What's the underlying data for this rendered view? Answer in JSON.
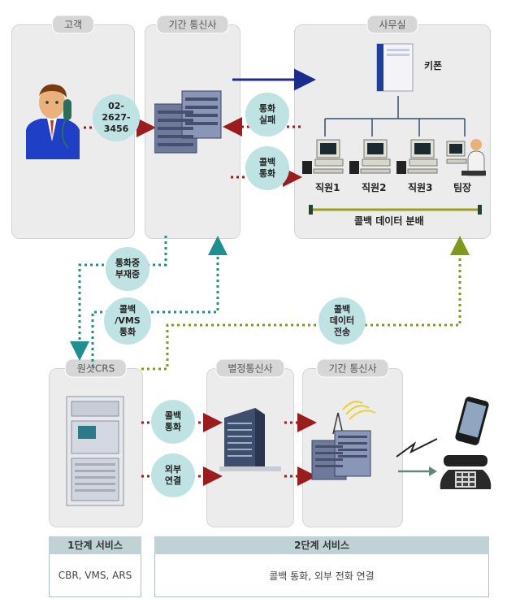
{
  "panels": {
    "customer": "고객",
    "carrier_top": "기간 통신사",
    "office": "사무실",
    "onesat": "원샷CRS",
    "separate_carrier": "별정통신사",
    "carrier_bottom": "기간 통신사"
  },
  "bubbles": {
    "phone_number": [
      "02-",
      "2627-",
      "3456"
    ],
    "call_fail": [
      "통화",
      "실패"
    ],
    "callback_call_top": [
      "콜백",
      "통화"
    ],
    "busy_absent": [
      "통화중",
      "부재중"
    ],
    "callback_vms": [
      "콜백",
      "/VMS",
      "통화"
    ],
    "callback_data": [
      "콜백",
      "데이터",
      "전송"
    ],
    "callback_call_bottom": [
      "콜백",
      "통화"
    ],
    "external_link": [
      "외부",
      "연결"
    ]
  },
  "office": {
    "keyphone": "키폰",
    "staff": [
      "직원1",
      "직원2",
      "직원3",
      "팀장"
    ],
    "distribution": "콜백 데이터 분배"
  },
  "services": {
    "stage1_title": "1단계 서비스",
    "stage1_text": "CBR, VMS, ARS",
    "stage2_title": "2단계 서비스",
    "stage2_text": "콜백 통화, 외부 전화 연결"
  },
  "colors": {
    "teal": "#1f8f8f",
    "red": "#9b1c1c",
    "olive": "#7e9a1a",
    "navy": "#1c2b8f"
  }
}
